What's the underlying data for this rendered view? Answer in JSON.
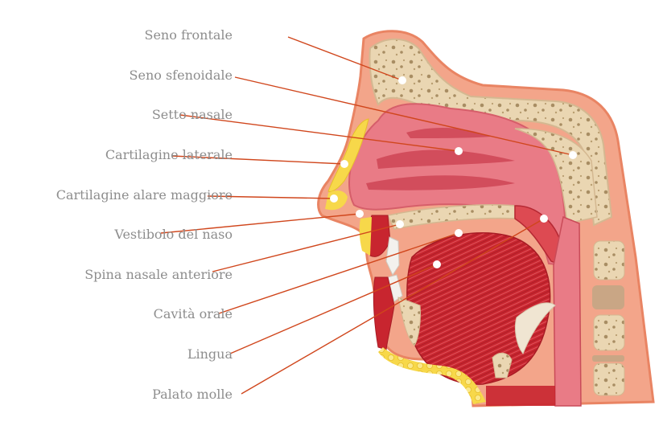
{
  "labels": [
    "Seno frontale",
    "Seno sfenoidale",
    "Setto nasale",
    "Cartilagine laterale",
    "Cartilagine alare maggiore",
    "Vestibolo del naso",
    "Spina nasale anteriore",
    "Cavità orale",
    "Lingua",
    "Palato molle"
  ],
  "colors": {
    "leader": "#d0461c",
    "label_text": "#8d8d8d",
    "skin": "#f3a58a",
    "skin_outline": "#e98463",
    "bone": "#e9d5b2",
    "bone_pore": "#a88d63",
    "mucosa": "#e97b86",
    "mucosa_light": "#f2a4ac",
    "muscle": "#c8252f",
    "muscle_light": "#dd4a52",
    "fat": "#f7d84a",
    "cartilage": "#f0e5d2"
  }
}
